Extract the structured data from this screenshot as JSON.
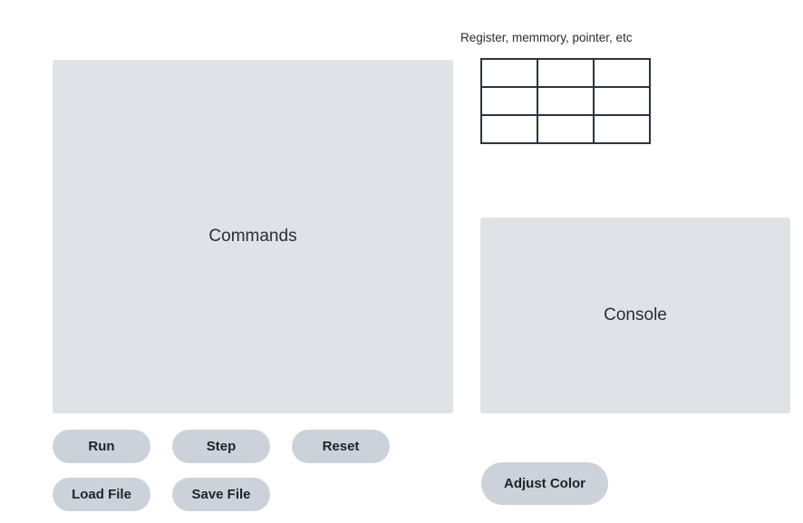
{
  "registers": {
    "caption": "Register, memmory, pointer, etc",
    "rows": [
      [
        "",
        "",
        ""
      ],
      [
        "",
        "",
        ""
      ],
      [
        "",
        "",
        ""
      ]
    ]
  },
  "commands": {
    "label": "Commands"
  },
  "console": {
    "label": "Console"
  },
  "controls": {
    "run_label": "Run",
    "step_label": "Step",
    "reset_label": "Reset",
    "load_label": "Load File",
    "save_label": "Save File"
  },
  "appearance": {
    "adjust_color_label": "Adjust Color"
  },
  "colors": {
    "panel_background": "#dfe2e7",
    "button_background": "#ccd2da",
    "grid_border": "#2b3442"
  }
}
